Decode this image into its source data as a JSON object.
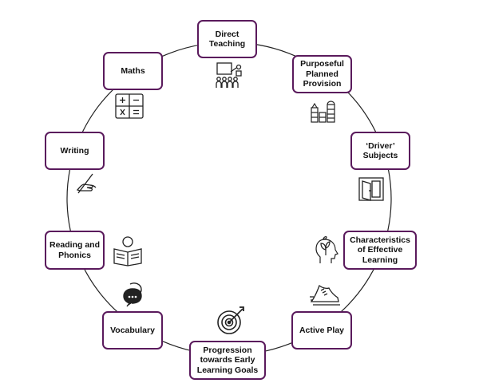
{
  "diagram": {
    "type": "cycle",
    "colors": {
      "box_border": "#5a1a5c",
      "circle": "#222222",
      "icon": "#222222",
      "text": "#111111"
    },
    "nodes": [
      {
        "id": "direct-teaching",
        "label": "Direct\nTeaching",
        "icon": "teacher-with-class-icon"
      },
      {
        "id": "purposeful-planned-provision",
        "label": "Purposeful\nPlanned\nProvision",
        "icon": "building-blocks-icon"
      },
      {
        "id": "driver-subjects",
        "label": "‘Driver’\nSubjects",
        "icon": "doorway-icon"
      },
      {
        "id": "characteristics-of-effective-learning",
        "label": "Characteristics\nof Effective\nLearning",
        "icon": "head-with-plant-icon"
      },
      {
        "id": "active-play",
        "label": "Active Play",
        "icon": "running-shoe-icon"
      },
      {
        "id": "progression-towards-early-learning-goals",
        "label": "Progression\ntowards Early\nLearning Goals",
        "icon": "target-icon"
      },
      {
        "id": "vocabulary",
        "label": "Vocabulary",
        "icon": "speech-bubbles-icon"
      },
      {
        "id": "reading-and-phonics",
        "label": "Reading and\nPhonics",
        "icon": "child-reading-icon"
      },
      {
        "id": "writing",
        "label": "Writing",
        "icon": "hand-writing-icon"
      },
      {
        "id": "maths",
        "label": "Maths",
        "icon": "calculator-icon"
      }
    ]
  }
}
